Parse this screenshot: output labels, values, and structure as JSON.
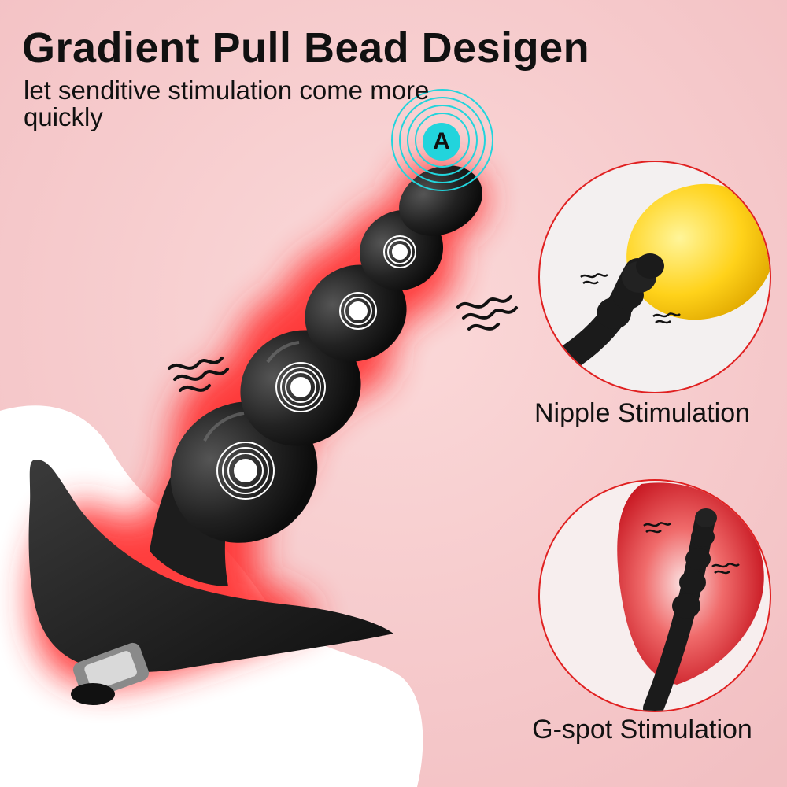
{
  "headline": {
    "title": "Gradient Pull Bead Desigen",
    "subtitle": "let senditive stimulation come more quickly"
  },
  "marker": {
    "label": "A"
  },
  "insets": [
    {
      "caption": "Nipple Stimulation",
      "fruit": "lemon"
    },
    {
      "caption": "G-spot Stimulation",
      "fruit": "strawberry"
    }
  ],
  "colors": {
    "background": "#f6c9c9",
    "glow": "#ff3b3b",
    "accent": "#22d4dc",
    "inset_border": "#e02020",
    "product": "#1b1b1b"
  },
  "icons": [
    "vibration-wave-icon",
    "vibration-rings-icon",
    "bead-product-image"
  ]
}
